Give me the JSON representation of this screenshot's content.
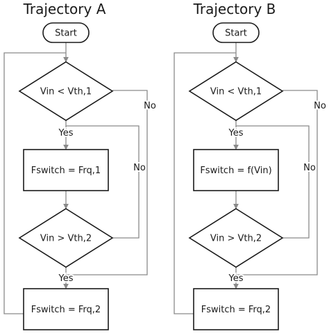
{
  "diagrams": [
    {
      "title": "Trajectory A",
      "start": "Start",
      "decision1": "Vin < Vth,1",
      "process1": "Fswitch = Frq,1",
      "decision2": "Vin > Vth,2",
      "process2": "Fswitch = Frq,2",
      "yes1": "Yes",
      "no1": "No",
      "no2": "No",
      "yes2": "Yes"
    },
    {
      "title": "Trajectory B",
      "start": "Start",
      "decision1": "Vin < Vth,1",
      "process1": "Fswitch = f(Vin)",
      "decision2": "Vin > Vth,2",
      "process2": "Fswitch = Frq,2",
      "yes1": "Yes",
      "no1": "No",
      "no2": "No",
      "yes2": "Yes"
    }
  ]
}
